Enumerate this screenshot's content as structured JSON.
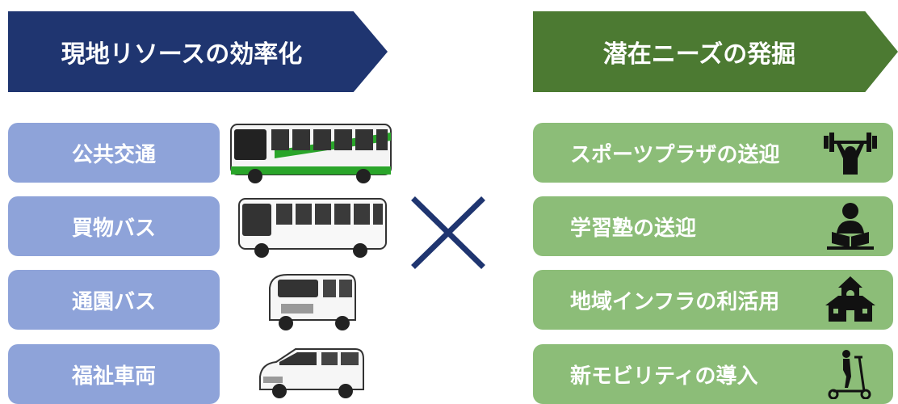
{
  "left": {
    "header": "現地リソースの効率化",
    "color": "#1f3570",
    "items": [
      {
        "label": "公共交通",
        "icon": "green-city-bus-icon"
      },
      {
        "label": "買物バス",
        "icon": "white-bus-icon"
      },
      {
        "label": "通園バス",
        "icon": "minibus-icon"
      },
      {
        "label": "福祉車両",
        "icon": "van-icon"
      }
    ]
  },
  "right": {
    "header": "潜在ニーズの発掘",
    "color": "#4c7a32",
    "items": [
      {
        "label": "スポーツプラザの送迎",
        "icon": "weightlifting-icon"
      },
      {
        "label": "学習塾の送迎",
        "icon": "student-reading-icon"
      },
      {
        "label": "地域インフラの利活用",
        "icon": "school-building-icon"
      },
      {
        "label": "新モビリティの導入",
        "icon": "scooter-icon"
      }
    ]
  },
  "connector": {
    "icon": "cross-icon",
    "color": "#1f3570"
  }
}
